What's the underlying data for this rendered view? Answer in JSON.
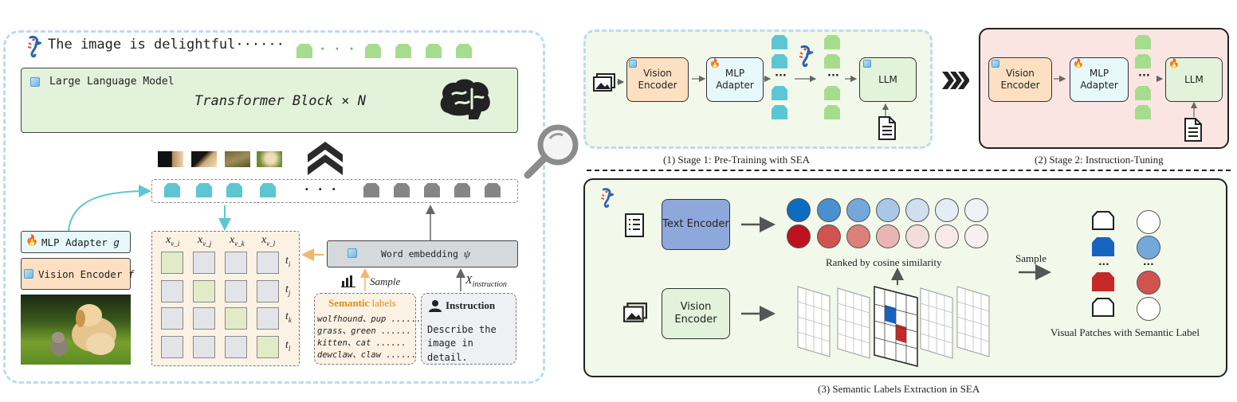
{
  "left_panel": {
    "output_text": "The image is delightful······",
    "llm_title": "Large Language Model",
    "llm_block": "Transformer Block × N",
    "mlp_adapter": "MLP Adapter",
    "mlp_symbol": "g",
    "vision_encoder": "Vision Encoder",
    "vision_symbol": "f",
    "word_embedding": "Word embedding",
    "word_symbol": "ψ",
    "sample_label": "Sample",
    "instruction_var": "X",
    "instruction_sub": "instruction",
    "matrix_cols": [
      "x",
      "x",
      "x",
      "x"
    ],
    "matrix_col_subs": [
      "v_i",
      "v_j",
      "v_k",
      "v_l"
    ],
    "matrix_rows": [
      "t",
      "t",
      "t",
      "t"
    ],
    "matrix_row_subs": [
      "i",
      "j",
      "k",
      "l"
    ],
    "ellipsis": "· · ·",
    "semantic_word": "Semantic",
    "labels_word": " labels",
    "semantic_lines": [
      "wolfhound、pup ......",
      "grass、green ......",
      "kitten、cat ......",
      "dewclaw、claw ......"
    ],
    "instruction_title": "Instruction",
    "instruction_text": "Describe the image in detail."
  },
  "stage1": {
    "caption": "(1) Stage 1: Pre-Training with SEA",
    "vision_encoder": "Vision Encoder",
    "mlp_adapter": "MLP Adapter",
    "llm": "LLM",
    "dots": "···"
  },
  "stage2": {
    "caption": "(2) Stage 2: Instruction-Tuning",
    "vision_encoder": "Vision Encoder",
    "mlp_adapter": "MLP Adapter",
    "llm": "LLM",
    "dots": "···"
  },
  "stage3": {
    "caption": "(3) Semantic Labels Extraction in SEA",
    "text_encoder": "Text Encoder",
    "vision_encoder": "Vision Encoder",
    "ranked": "Ranked by cosine similarity",
    "sample": "Sample",
    "patches": "Visual Patches with Semantic Label",
    "dots": "...",
    "blue_row": [
      "#0d6cbf",
      "#4a8fd0",
      "#74a8da",
      "#a9c7e6",
      "#cfdff0",
      "#e4edf6",
      "#eef3f7"
    ],
    "red_row": [
      "#c0111f",
      "#d0534f",
      "#dc807c",
      "#e9b5b2",
      "#f3dcda",
      "#f6e9e7",
      "#f7f0ef"
    ]
  },
  "colors": {
    "dash_border": "#bcdcee",
    "llm_fill": "#e3f2da",
    "token_green": "#a6dc8d",
    "token_teal": "#5dc6d3",
    "token_gray": "#858585",
    "vision_fill": "#fde0c2",
    "mlp_fill": "#e7f8fb",
    "text_encoder_fill": "#8fa8dc",
    "stage1_bg": "#f2f8ea",
    "stage2_bg": "#fbe5e3"
  }
}
